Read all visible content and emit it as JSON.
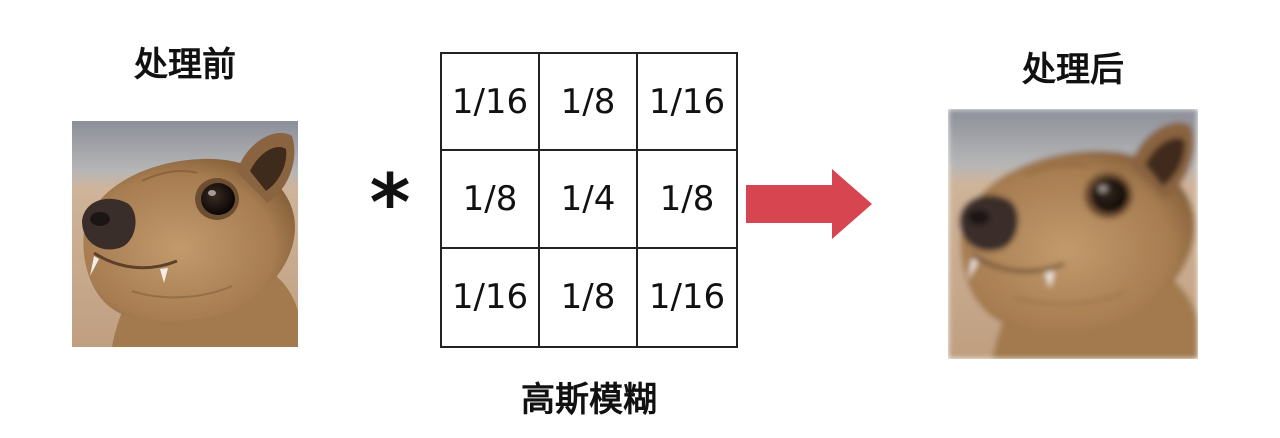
{
  "before": {
    "title": "处理前"
  },
  "after": {
    "title": "处理后"
  },
  "operator": "*",
  "kernel": {
    "caption": "高斯模糊",
    "rows": [
      [
        "1/16",
        "1/8",
        "1/16"
      ],
      [
        "1/8",
        "1/4",
        "1/8"
      ],
      [
        "1/16",
        "1/8",
        "1/16"
      ]
    ]
  },
  "colors": {
    "arrow": "#d64550",
    "fur": "#b48a5e",
    "background_wall": "#c7ab8d"
  },
  "icons": {
    "arrow": "right-arrow-icon",
    "operator": "convolution-asterisk"
  }
}
